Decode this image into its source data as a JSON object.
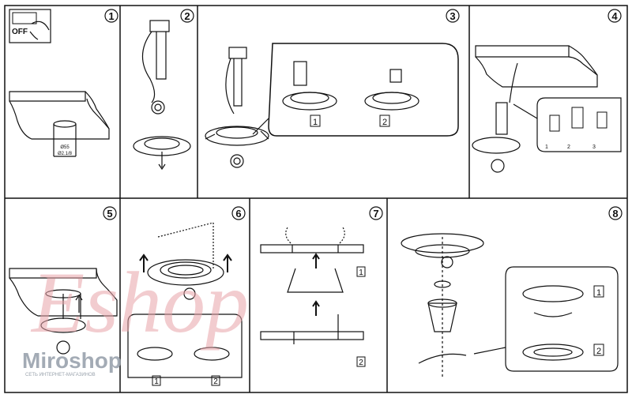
{
  "steps": [
    "1",
    "2",
    "3",
    "4",
    "5",
    "6",
    "7",
    "8"
  ],
  "step1": {
    "switch_label": "OFF",
    "dim_mm": "Ø55",
    "dim_in": "Ø2.1/8"
  },
  "step3": {
    "sub": [
      "1",
      "2"
    ]
  },
  "step4": {
    "sub": [
      "1",
      "2",
      "3"
    ]
  },
  "step6": {
    "sub": [
      "1",
      "2"
    ]
  },
  "step7": {
    "sub": [
      "1",
      "2"
    ]
  },
  "step8": {
    "sub": [
      "1",
      "2"
    ]
  },
  "watermark": {
    "brand": "Miroshop",
    "tagline": "СЕТЬ ИНТЕРНЕТ-МАГАЗИНОВ",
    "script": "Eshop"
  },
  "colors": {
    "line": "#111111",
    "watermark_gray": "#9aa3ad",
    "watermark_pink": "#e8a3a8"
  }
}
